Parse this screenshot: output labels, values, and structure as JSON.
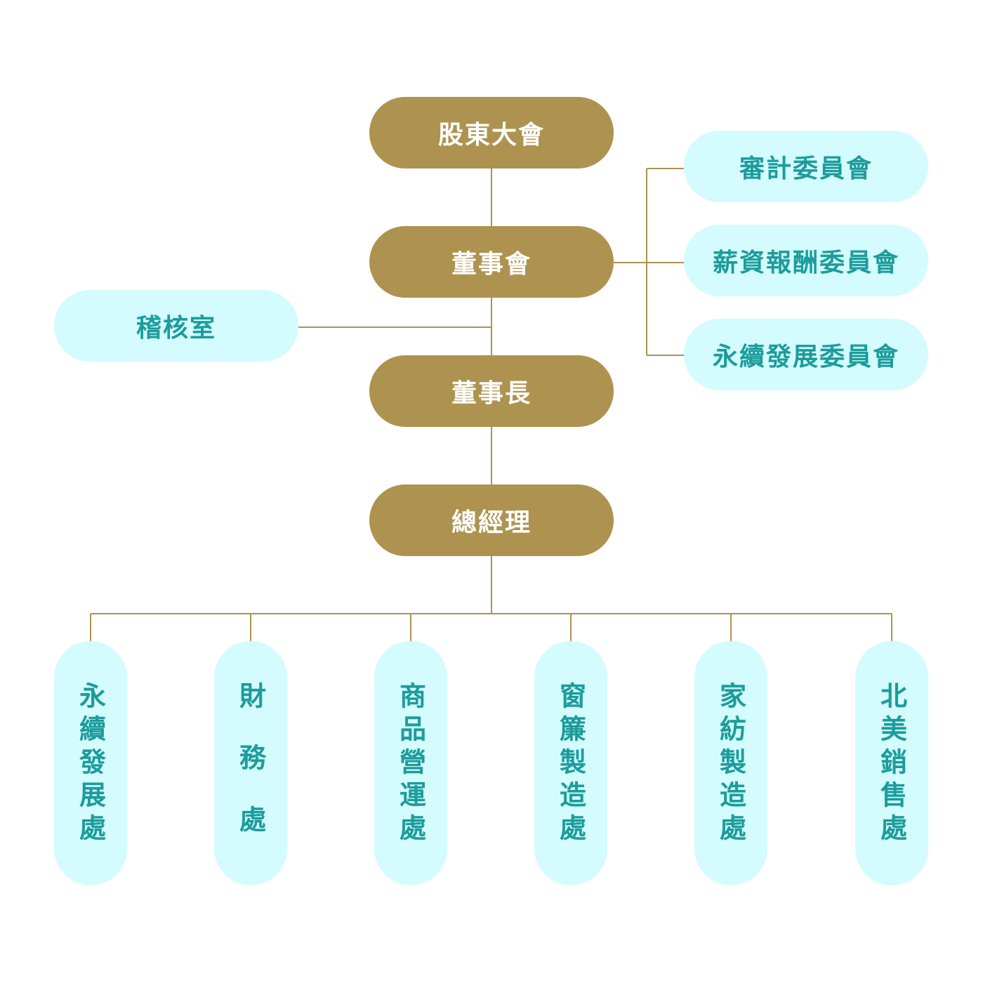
{
  "colors": {
    "gold": "#ad934f",
    "cyan_bg": "#d4fbfd",
    "cyan_text": "#1c9c9c",
    "line": "#ad934f"
  },
  "main_chain": {
    "shareholders": "股東大會",
    "board": "董事會",
    "chairman": "董事長",
    "general_manager": "總經理"
  },
  "audit_office": "稽核室",
  "committees": [
    "審計委員會",
    "薪資報酬委員會",
    "永續發展委員會"
  ],
  "departments": [
    "永續發展處",
    "財務處",
    "商品營運處",
    "窗簾製造處",
    "家紡製造處",
    "北美銷售處"
  ]
}
